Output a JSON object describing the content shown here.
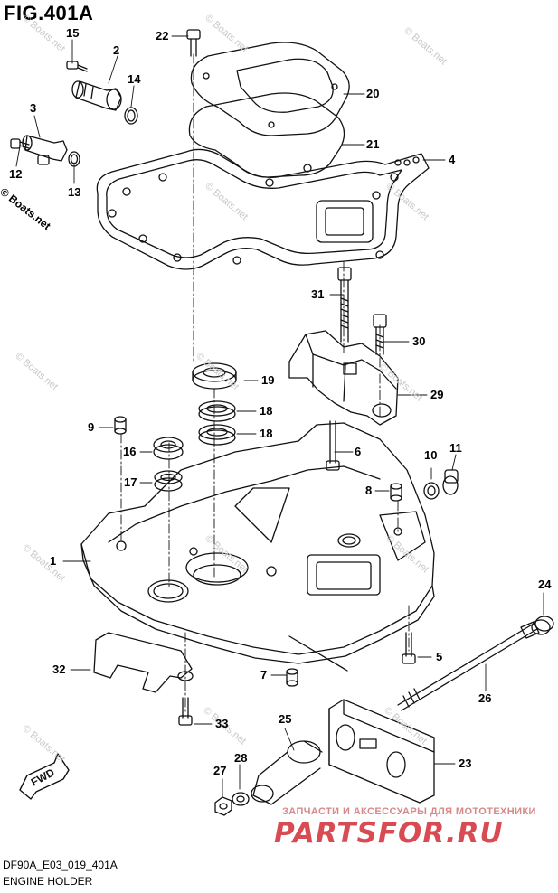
{
  "figure": {
    "title": "FIG.401A",
    "code": "DF90A_E03_019_401A",
    "name": "ENGINE HOLDER"
  },
  "watermark": {
    "text": "© Boats.net"
  },
  "forward_marker": "FWD",
  "shop": {
    "line": "ЗАПЧАСТИ И АКСЕССУАРЫ ДЛЯ МОТОТЕХНИКИ",
    "logo": "PARTSFOR.RU"
  },
  "callouts": [
    "15",
    "2",
    "14",
    "3",
    "12",
    "13",
    "22",
    "20",
    "21",
    "4",
    "31",
    "30",
    "19",
    "18",
    "18",
    "29",
    "9",
    "16",
    "6",
    "10",
    "11",
    "17",
    "8",
    "1",
    "24",
    "5",
    "32",
    "7",
    "26",
    "33",
    "25",
    "28",
    "23",
    "27"
  ],
  "colors": {
    "line": "#111111",
    "watermark": "#c8c8c8",
    "shop_text": "#d94b52"
  }
}
